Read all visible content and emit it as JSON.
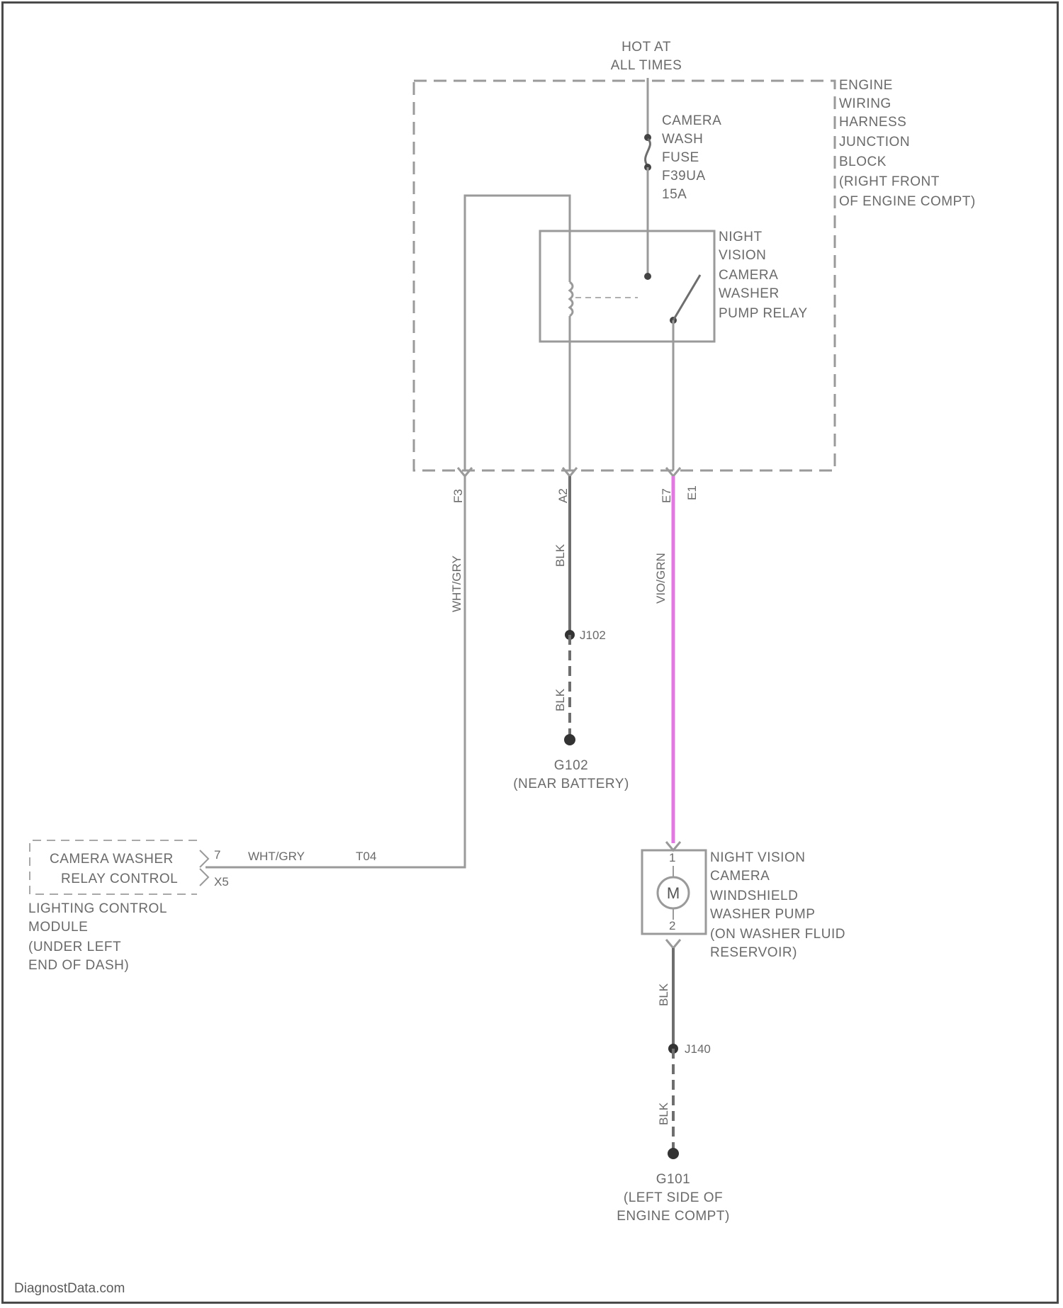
{
  "diagram": {
    "hot_at_all_times": [
      "HOT AT",
      "ALL TIMES"
    ],
    "fuse": [
      "CAMERA",
      "WASH",
      "FUSE",
      "F39UA",
      "15A"
    ],
    "junction_block": [
      "ENGINE",
      "WIRING",
      "HARNESS",
      "JUNCTION",
      "BLOCK",
      "(RIGHT FRONT",
      "OF ENGINE COMPT)"
    ],
    "relay": [
      "NIGHT",
      "VISION",
      "CAMERA",
      "WASHER",
      "PUMP RELAY"
    ],
    "connector_pins": {
      "left": "F3",
      "center": "A2",
      "right": "E7",
      "right_conn": "E1"
    },
    "wire_colors": {
      "whtgry": "WHT/GRY",
      "blk": "BLK",
      "vio": "VIO/GRN"
    },
    "splice_j102": "J102",
    "ground_g102": [
      "G102",
      "(NEAR BATTERY)"
    ],
    "lcm_module": {
      "signal": [
        "CAMERA WASHER",
        "RELAY CONTROL"
      ],
      "pin_top": "7",
      "pin_bottom": "X5",
      "wire_label": "WHT/GRY",
      "wire_gauge": "T04",
      "name": [
        "LIGHTING CONTROL",
        "MODULE",
        "(UNDER LEFT",
        "END OF DASH)"
      ]
    },
    "pump": {
      "label": [
        "NIGHT VISION",
        "CAMERA",
        "WINDSHIELD",
        "WASHER PUMP",
        "(ON WASHER FLUID",
        "RESERVOIR)"
      ],
      "motor_symbol": "M",
      "pin_top": "1",
      "pin_bottom": "2"
    },
    "splice_j140": "J140",
    "ground_g101": [
      "G101",
      "(LEFT SIDE OF",
      "ENGINE COMPT)"
    ]
  },
  "colors": {
    "wire": "#9a9a9a",
    "wire_dark": "#6e6e6e",
    "wire_violet": "#e07ae0",
    "text": "#6a6a6a",
    "border": "#4a4a4a"
  },
  "footer": {
    "watermark": "DiagnostData.com"
  }
}
